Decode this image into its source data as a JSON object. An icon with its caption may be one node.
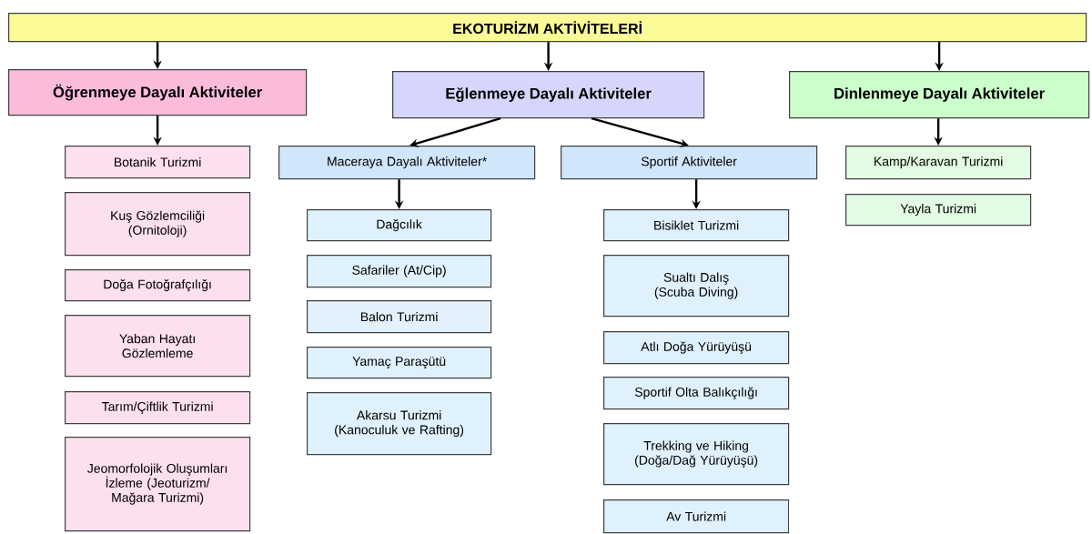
{
  "diagram": {
    "nodes": [
      {
        "text": [
          "EKOTURİZM AKTİVİTELERİ"
        ]
      },
      {
        "text": [
          "Öğrenmeye Dayalı Aktiviteler"
        ]
      },
      {
        "text": [
          "Eğlenmeye Dayalı Aktiviteler"
        ]
      },
      {
        "text": [
          "Dinlenmeye Dayalı Aktiviteler"
        ]
      },
      {
        "text": [
          "Botanik Turizmi"
        ]
      },
      {
        "text": [
          "Kuş Gözlemciliği (Ornitoloji)"
        ]
      },
      {
        "text": [
          "Doğa Fotoğrafçılığı"
        ]
      },
      {
        "text": [
          "Yaban Hayatı Gözlemleme"
        ]
      },
      {
        "text": [
          "Tarım/Çiftlik Turizmi"
        ]
      },
      {
        "text": [
          "Jeomorfolojik Oluşumları İzleme (Jeoturizm/ Mağara Turizmi)"
        ]
      },
      {
        "text": [
          "Maceraya Dayalı Aktiviteler*"
        ]
      },
      {
        "text": [
          "Sportif Aktiviteler"
        ]
      },
      {
        "text": [
          "Dağcılık"
        ]
      },
      {
        "text": [
          "Safariler (At/Cip)"
        ]
      },
      {
        "text": [
          "Balon Turizmi"
        ]
      },
      {
        "text": [
          "Yamaç Paraşütü"
        ]
      },
      {
        "text": [
          "Akarsu Turizmi (Kanoculuk ve Rafting)"
        ]
      },
      {
        "text": [
          "Bisiklet Turizmi"
        ]
      },
      {
        "text": [
          "Sualtı Dalış (Scuba Diving)"
        ]
      },
      {
        "text": [
          "Atlı Doğa Yürüyüşü"
        ]
      },
      {
        "text": [
          "Sportif Olta Balıkçılığı"
        ]
      },
      {
        "text": [
          "Trekking ve Hiking (Doğa/Dağ Yürüyüşü)"
        ]
      },
      {
        "text": [
          "Av Turizmi"
        ]
      },
      {
        "text": [
          "Kamp/Karavan Turizmi"
        ]
      },
      {
        "text": [
          "Yayla Turizmi"
        ]
      }
    ],
    "edges": [
      {
        "from": 0,
        "to": 1,
        "arrow": "to"
      },
      {
        "from": 0,
        "to": 2,
        "arrow": "to"
      },
      {
        "from": 0,
        "to": 3,
        "arrow": "to"
      },
      {
        "from": 1,
        "to": 4,
        "arrow": "to"
      },
      {
        "from": 2,
        "to": 10,
        "arrow": "to"
      },
      {
        "from": 2,
        "to": 11,
        "arrow": "to"
      },
      {
        "from": 10,
        "to": 12,
        "arrow": "to"
      },
      {
        "from": 11,
        "to": 17,
        "arrow": "to"
      },
      {
        "from": 3,
        "to": 23,
        "arrow": "to"
      }
    ]
  }
}
